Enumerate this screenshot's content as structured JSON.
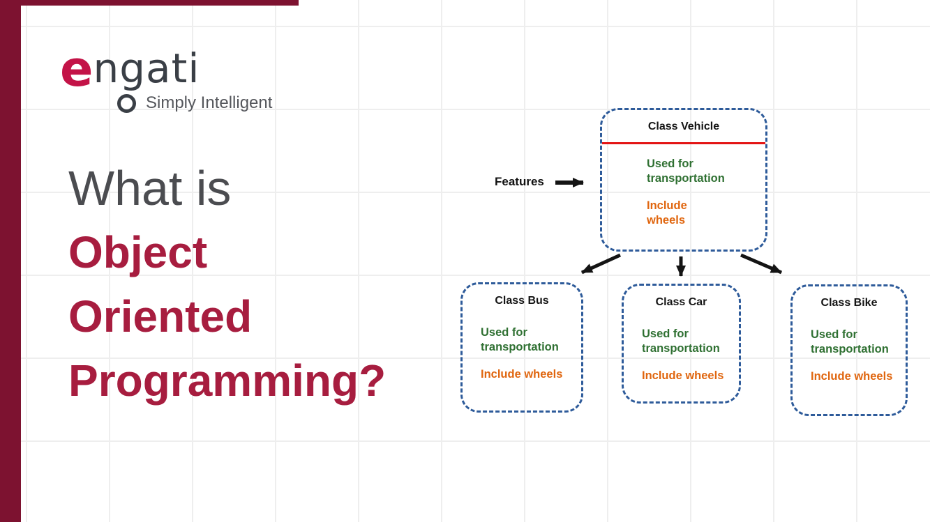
{
  "brand": {
    "logo_prefix": "e",
    "logo_text": "ngati",
    "tagline": "Simply Intelligent"
  },
  "title": {
    "line1": "What is",
    "line2": "Object",
    "line3": "Oriented",
    "line4": "Programming?"
  },
  "diagram": {
    "features_label": "Features",
    "parent": {
      "title": "Class Vehicle",
      "feature_green": "Used for\ntransportation",
      "feature_orange": "Include\nwheels"
    },
    "children": [
      {
        "title": "Class Bus",
        "feature_green": "Used for\ntransportation",
        "feature_orange": "Include wheels"
      },
      {
        "title": "Class Car",
        "feature_green": "Used for\ntransportation",
        "feature_orange": "Include wheels"
      },
      {
        "title": "Class Bike",
        "feature_green": "Used for\ntransportation",
        "feature_orange": "Include wheels"
      }
    ]
  },
  "colors": {
    "accent_maroon": "#a71d3f",
    "sidebar_maroon": "#7d1230",
    "title_gray": "#4b4c50",
    "box_border_blue": "#2e5b9a",
    "feature_green": "#2f7032",
    "feature_orange": "#e0660f",
    "divider_red": "#e31414",
    "arrow_black": "#141414",
    "logo_red": "#c31347"
  }
}
